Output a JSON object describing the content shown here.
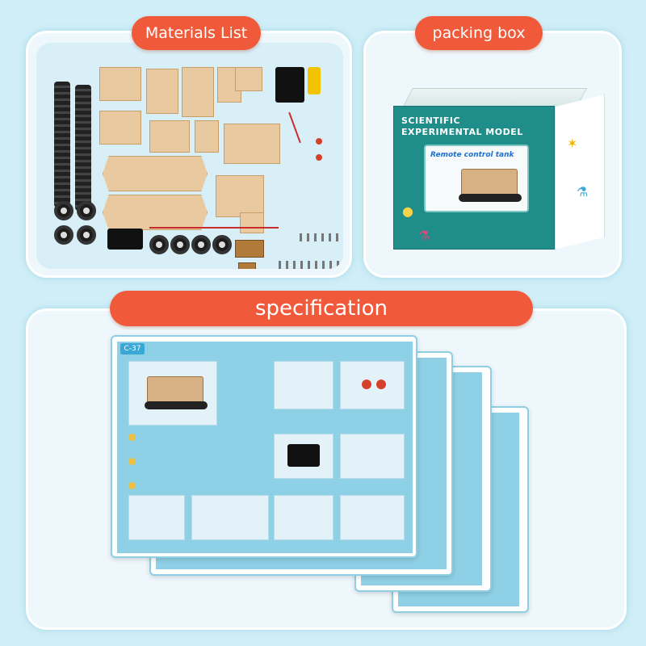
{
  "sections": {
    "materials_label": "Materials List",
    "packing_label": "packing box",
    "spec_label": "specification"
  },
  "box": {
    "title_line1": "SCIENTIFIC",
    "title_line2": "EXPERIMENTAL MODEL",
    "window_label": "Remote control tank"
  },
  "manual": {
    "code": "C-37"
  },
  "colors": {
    "accent": "#f05a3b",
    "background": "#cfeef7",
    "box_teal": "#1f8d8a",
    "sheet_blue": "#8ed0e6"
  }
}
